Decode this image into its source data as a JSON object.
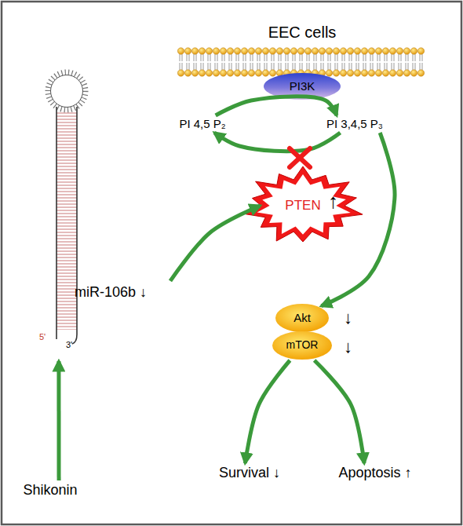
{
  "diagram": {
    "title": "EEC cells",
    "nodes": [
      {
        "text": [
          "PI3K"
        ]
      },
      {
        "text": [
          "PI 4,5 P₂"
        ]
      },
      {
        "text": [
          "PI 3,4,5 P₃"
        ]
      },
      {
        "text": [
          "PTEN",
          "↑"
        ]
      },
      {
        "text": [
          "Akt",
          "↓"
        ]
      },
      {
        "text": [
          "mTOR",
          "↓"
        ]
      },
      {
        "text": [
          "miR-106b ↓"
        ]
      },
      {
        "text": [
          "Shikonin"
        ]
      },
      {
        "text": [
          "Survival ↓"
        ]
      },
      {
        "text": [
          "Apoptosis ↑"
        ]
      }
    ],
    "edges": [
      {
        "from": 1,
        "to": 2,
        "arrow": "to"
      },
      {
        "from": 2,
        "to": 1,
        "arrow": "to"
      },
      {
        "from": 2,
        "to": 4,
        "arrow": "to"
      },
      {
        "from": 5,
        "to": 8,
        "arrow": "to"
      },
      {
        "from": 5,
        "to": 9,
        "arrow": "to"
      },
      {
        "from": 6,
        "to": 3,
        "arrow": "to"
      },
      {
        "from": 7,
        "to": 6,
        "arrow": "to"
      }
    ],
    "labels": [
      "5'",
      "3'"
    ]
  }
}
